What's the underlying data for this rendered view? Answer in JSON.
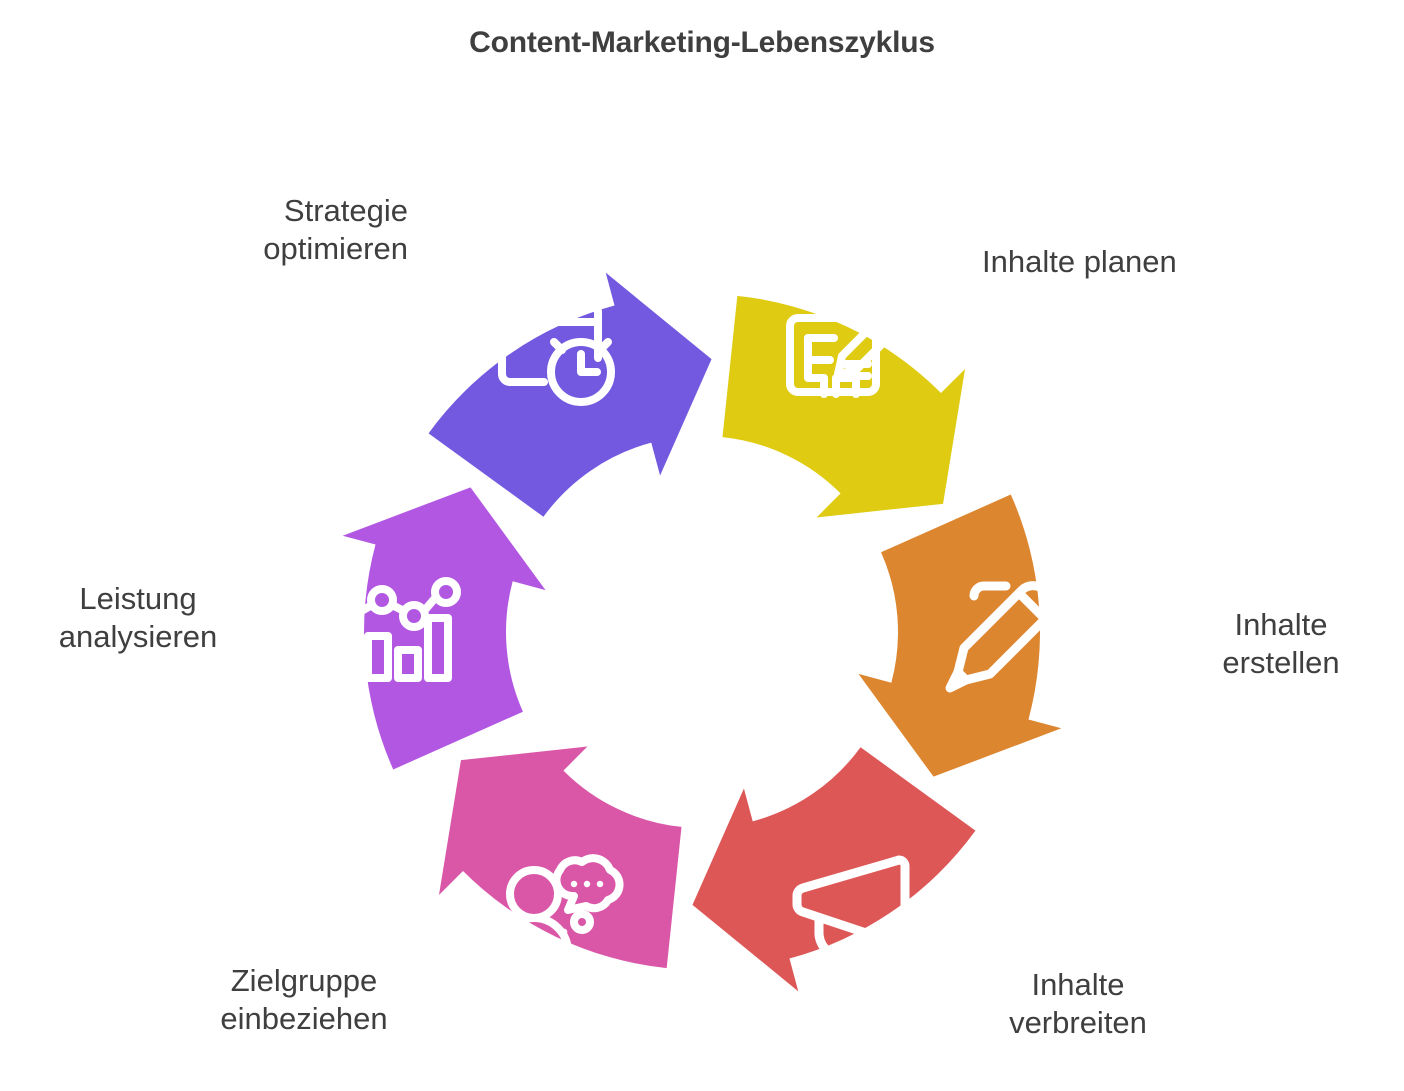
{
  "title": "Content-Marketing-Lebenszyklus",
  "chart_data": {
    "type": "pie",
    "title": "Content-Marketing-Lebenszyklus",
    "subtitle": "",
    "xlabel": "",
    "ylabel": "",
    "legend_position": "around-ring",
    "grid": false,
    "layout": "circular-arrow-cycle",
    "segment_count": 6,
    "categories": [
      "Inhalte planen",
      "Inhalte erstellen",
      "Inhalte verbreiten",
      "Zielgruppe einbeziehen",
      "Leistung analysieren",
      "Strategie optimieren"
    ],
    "values": [
      16.67,
      16.67,
      16.67,
      16.67,
      16.67,
      16.67
    ],
    "colors": [
      "#DFCC12",
      "#DD8630",
      "#DD5757",
      "#DA57A8",
      "#B257E2",
      "#7259E0"
    ]
  },
  "stages": [
    {
      "id": "plan",
      "label": "Inhalte planen",
      "color": "#DFCC12",
      "icon": "blueprint-pencil-icon",
      "order": 1
    },
    {
      "id": "create",
      "label": "Inhalte\nerstellen",
      "color": "#DD8630",
      "icon": "pen-icon",
      "order": 2
    },
    {
      "id": "distribute",
      "label": "Inhalte\nverbreiten",
      "color": "#DD5757",
      "icon": "megaphone-icon",
      "order": 3
    },
    {
      "id": "engage",
      "label": "Zielgruppe\neinbeziehen",
      "color": "#DA57A8",
      "icon": "person-speech-bubble-icon",
      "order": 4
    },
    {
      "id": "analyze",
      "label": "Leistung\nanalysieren",
      "color": "#B257E2",
      "icon": "bar-chart-trend-icon",
      "order": 5
    },
    {
      "id": "optimize",
      "label": "Strategie\noptimieren",
      "color": "#7259E0",
      "icon": "browser-clock-icon",
      "order": 6
    }
  ],
  "colors": {
    "background": "#FFFFFF",
    "text": "#3F3F3F",
    "icon_stroke": "#FFFFFF"
  }
}
